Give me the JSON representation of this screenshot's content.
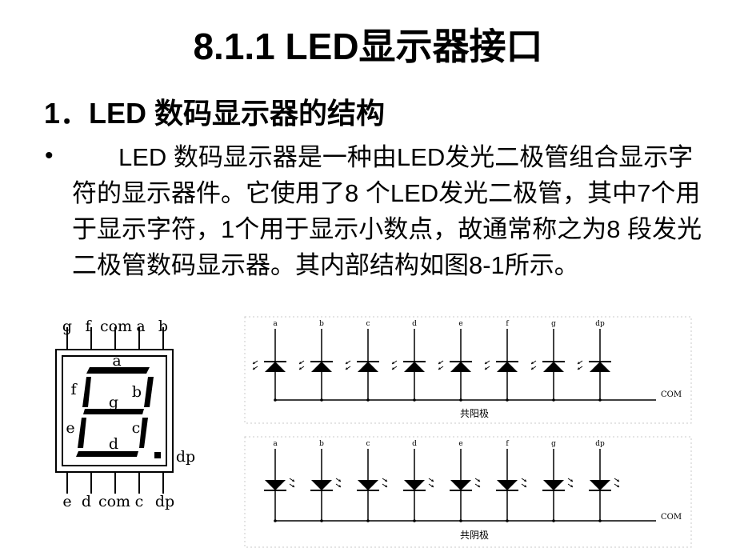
{
  "slide": {
    "title": "8.1.1 LED显示器接口",
    "heading": "1．LED 数码显示器的结构",
    "bullet_symbol": "•",
    "bullet_text": "LED 数码显示器是一种由LED发光二极管组合显示字符的显示器件。它使用了8 个LED发光二极管，其中7个用于显示字符，1个用于显示小数点，故通常称之为8 段发光二极管数码显示器。其内部结构如图8-1所示。"
  },
  "seven_segment": {
    "top_pins": [
      "g",
      "f",
      "com",
      "a",
      "b"
    ],
    "bottom_pins": [
      "e",
      "d",
      "com",
      "c",
      "dp"
    ],
    "segments": {
      "a": "a",
      "b": "b",
      "c": "c",
      "d": "d",
      "e": "e",
      "f": "f",
      "g": "g",
      "dp": "dp"
    }
  },
  "circuits": {
    "anode": {
      "pins": [
        "a",
        "b",
        "c",
        "d",
        "e",
        "f",
        "g",
        "dp"
      ],
      "com": "COM",
      "caption": "共阳极"
    },
    "cathode": {
      "pins": [
        "a",
        "b",
        "c",
        "d",
        "e",
        "f",
        "g",
        "dp"
      ],
      "com": "COM",
      "caption": "共阴极"
    }
  }
}
